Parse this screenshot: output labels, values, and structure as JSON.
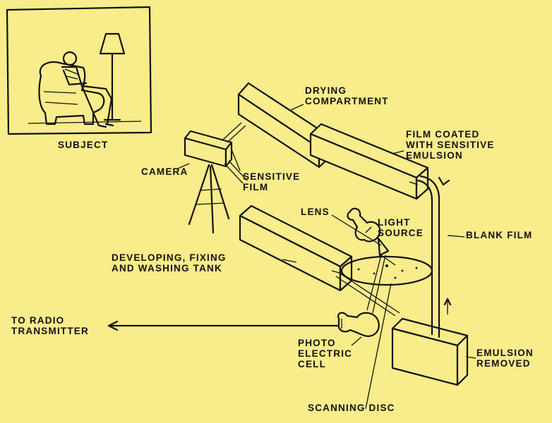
{
  "labels": {
    "subject": "SUBJECT",
    "drying_compartment": "DRYING\nCOMPARTMENT",
    "film_coated": "FILM COATED\nWITH SENSITIVE\nEMULSION",
    "camera": "CAMERA",
    "sensitive_film": "SENSITIVE\nFILM",
    "lens": "LENS",
    "light_source": "LIGHT\nSOURCE",
    "blank_film": "BLANK FILM",
    "developing_tank": "DEVELOPING, FIXING\nAND WASHING TANK",
    "to_radio_transmitter": "TO RADIO\nTRANSMITTER",
    "photo_electric_cell": "PHOTO\nELECTRIC\nCELL",
    "emulsion_removed": "EMULSION\nREMOVED",
    "scanning_disc": "SCANNING DISC"
  },
  "colors": {
    "background": "#f8ec8b",
    "ink": "#111111"
  }
}
